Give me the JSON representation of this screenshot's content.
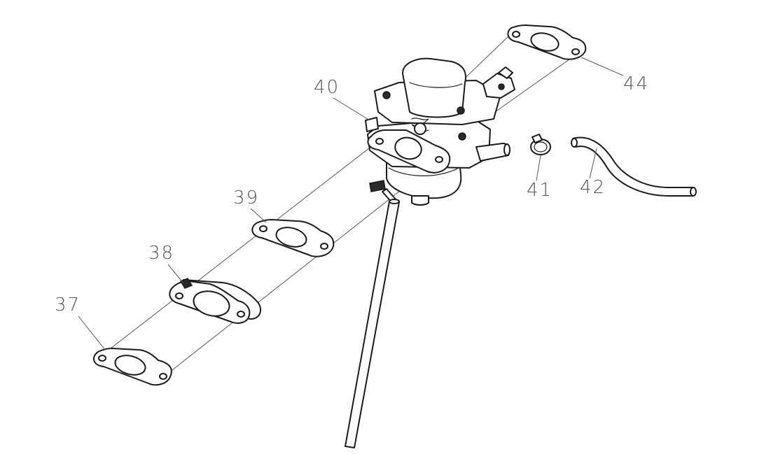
{
  "diagram": {
    "type": "exploded-parts-view",
    "colors": {
      "line": "#1a1a1a",
      "leader": "#555555",
      "label": "#555555",
      "background": "#ffffff"
    },
    "callouts": [
      {
        "id": "37",
        "label": "37",
        "part": "gasket"
      },
      {
        "id": "38",
        "label": "38",
        "part": "insulator-spacer"
      },
      {
        "id": "39",
        "label": "39",
        "part": "gasket"
      },
      {
        "id": "40",
        "label": "40",
        "part": "carburetor"
      },
      {
        "id": "41",
        "label": "41",
        "part": "hose-clamp"
      },
      {
        "id": "42",
        "label": "42",
        "part": "fuel-hose"
      },
      {
        "id": "44",
        "label": "44",
        "part": "gasket"
      }
    ]
  }
}
